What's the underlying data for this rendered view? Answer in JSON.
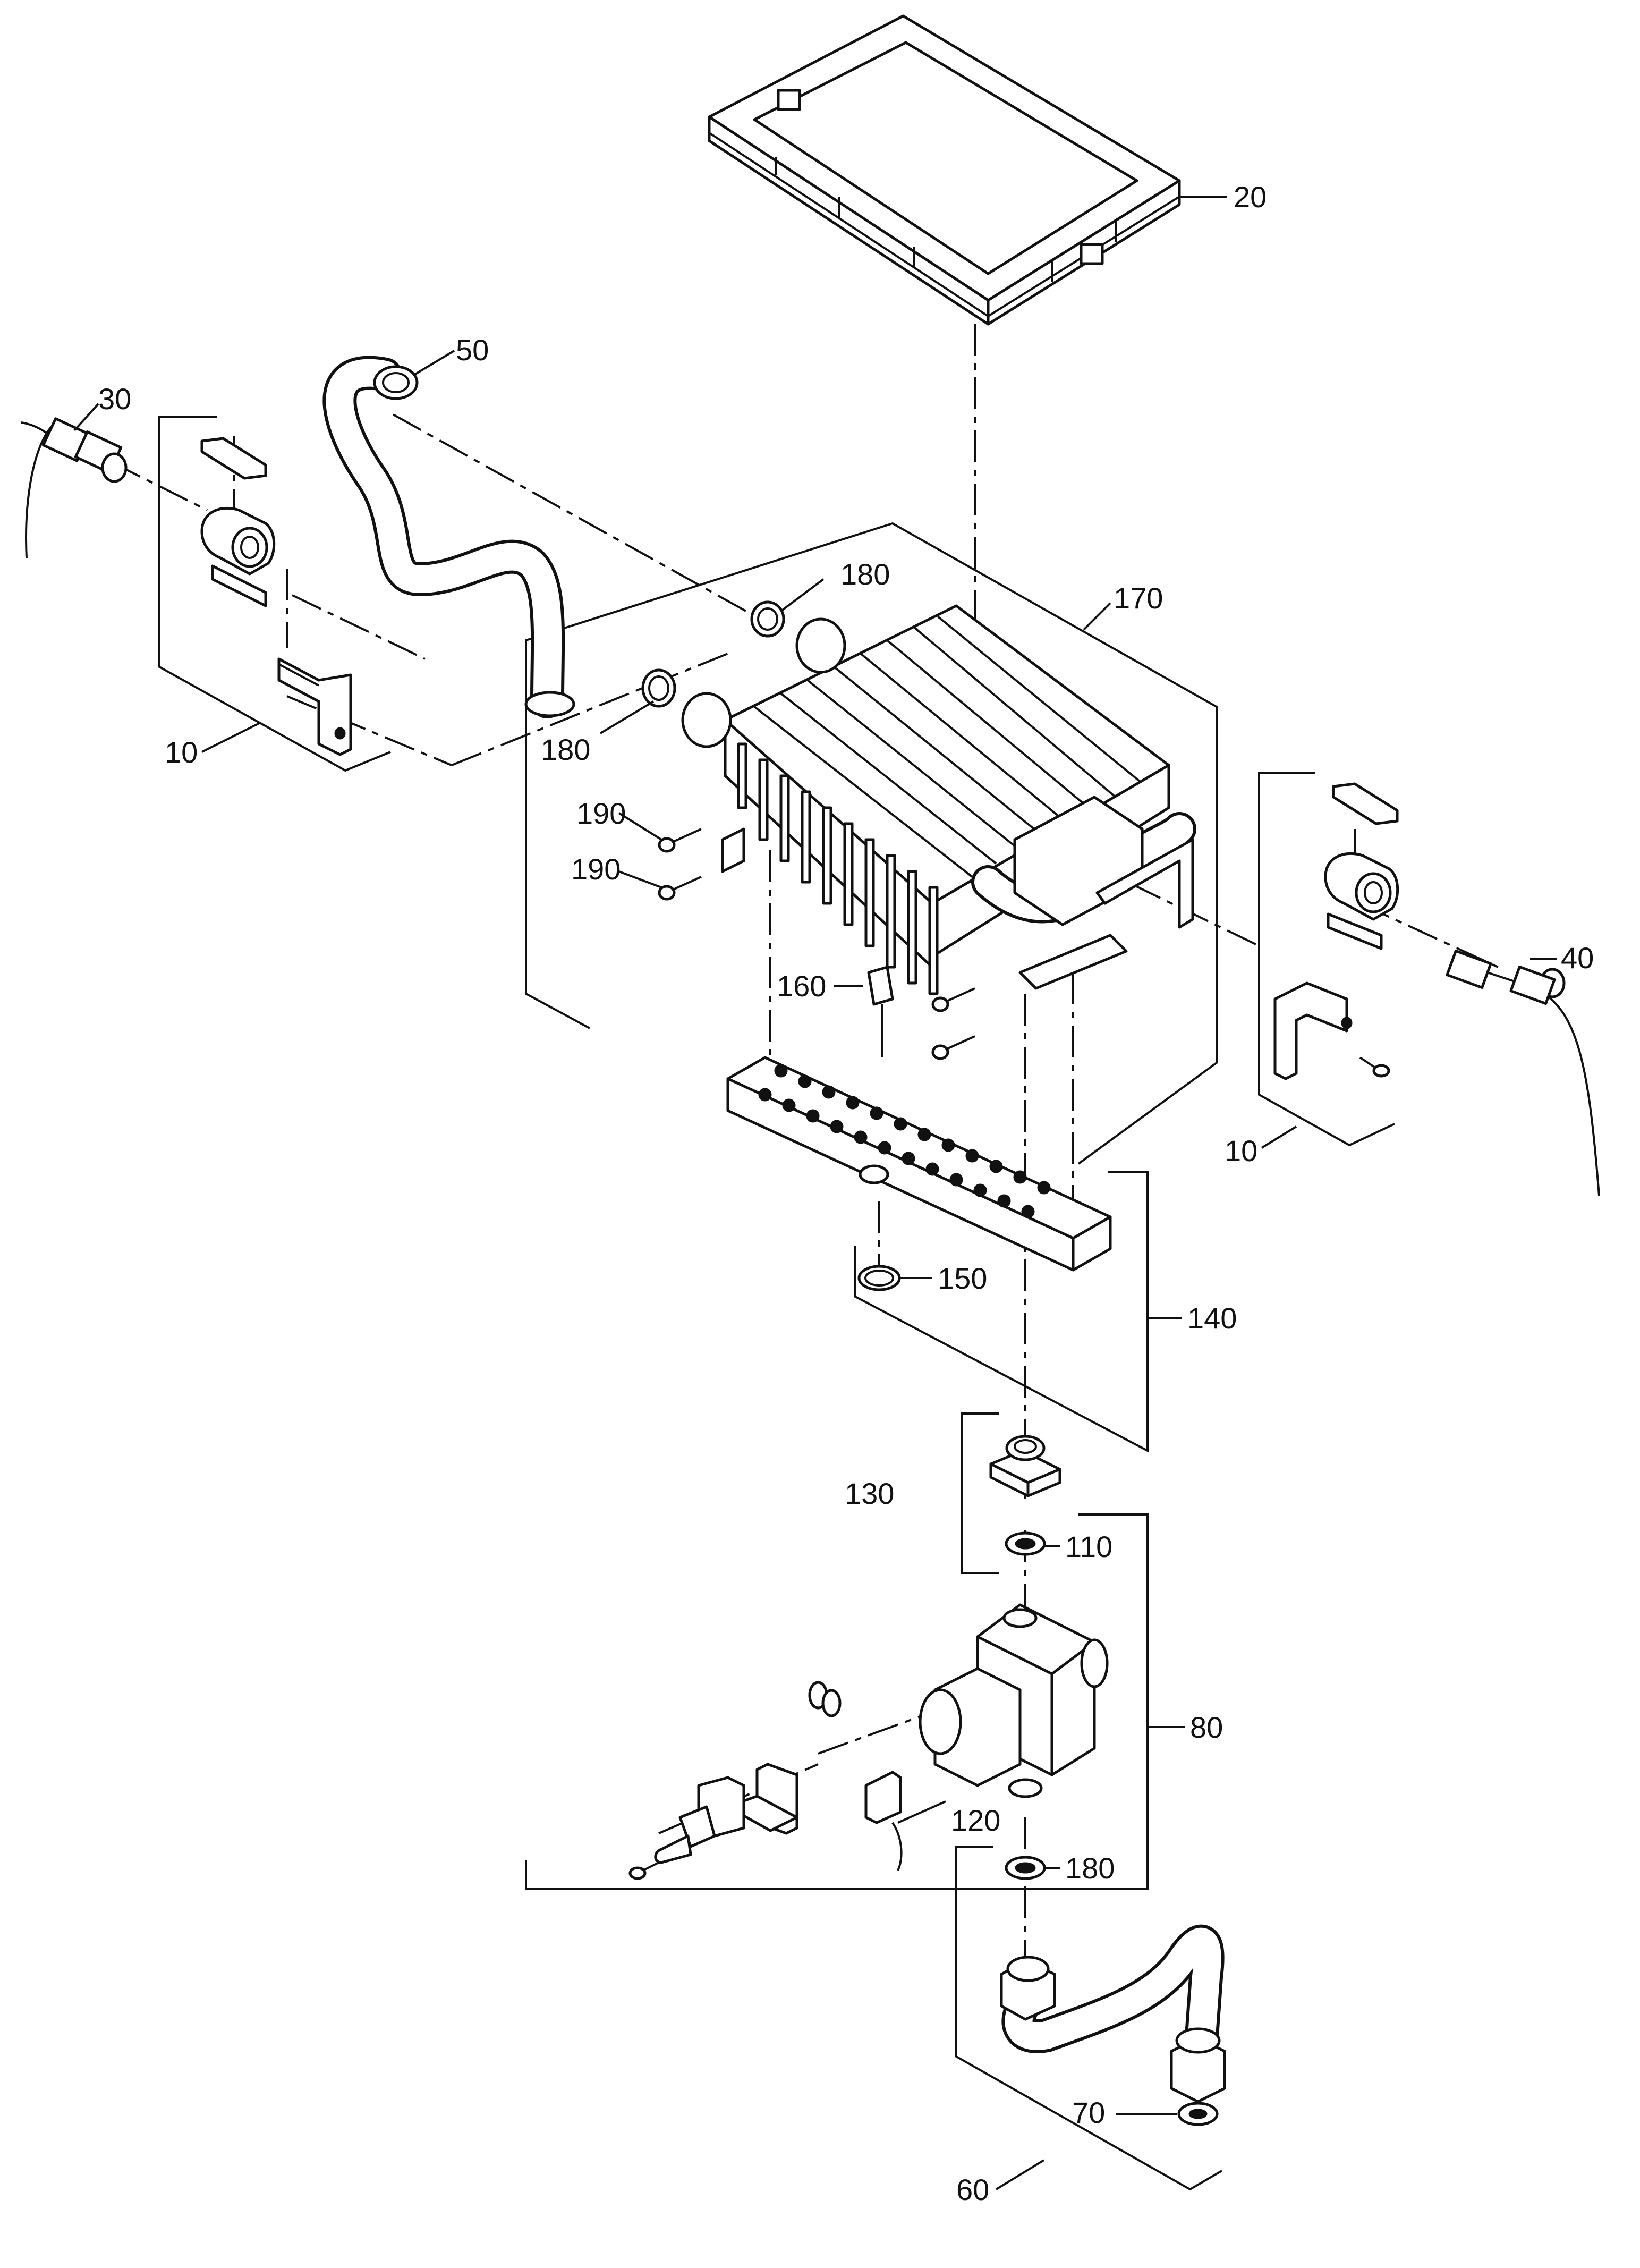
{
  "labels": {
    "p20": "20",
    "p30": "30",
    "p50": "50",
    "p180a": "180",
    "p170": "170",
    "p180b": "180",
    "p10a": "10",
    "p190a": "190",
    "p190b": "190",
    "p160": "160",
    "p40": "40",
    "p10b": "10",
    "p150": "150",
    "p140": "140",
    "p130": "130",
    "p110": "110",
    "p80": "80",
    "p120": "120",
    "p180c": "180",
    "p70": "70",
    "p60": "60"
  }
}
